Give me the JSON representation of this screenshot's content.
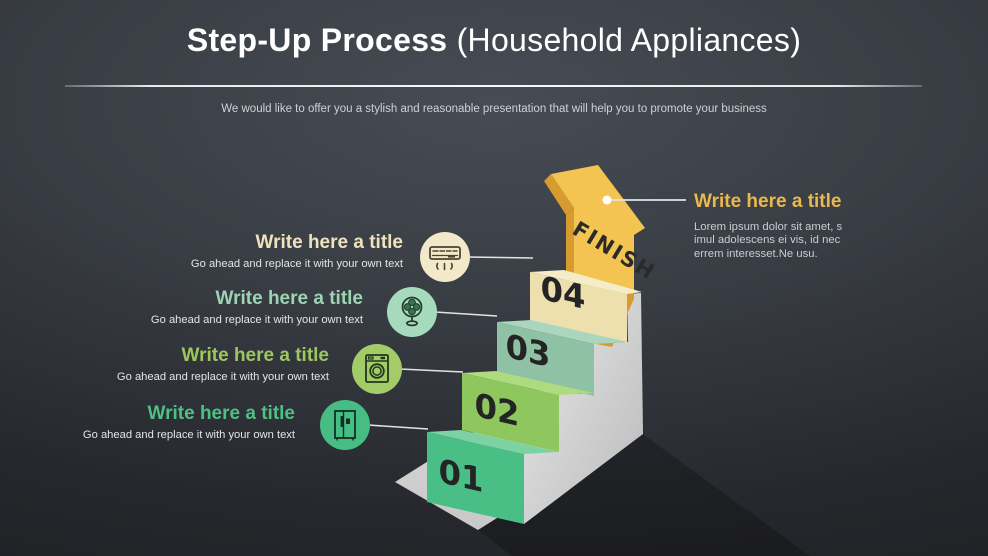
{
  "slide": {
    "title_bold": "Step-Up Process",
    "title_regular": " (Household Appliances)",
    "subtitle": "We would like to offer you a stylish and reasonable presentation that will help you to promote your business"
  },
  "diagram": {
    "finish_label": "FINISH",
    "arrow_color": "#F3C452",
    "arrow_side_color": "#D89B2F",
    "wall_color_top": "#E7E7E5",
    "wall_color_bottom": "#BDBEC0",
    "floor_color": "#D7D7D7",
    "line_color": "#E3E3E3",
    "steps": [
      {
        "number": "01",
        "front_color": "#49BE85",
        "top_color": "#7DD2A4"
      },
      {
        "number": "02",
        "front_color": "#8FC75F",
        "top_color": "#AEDA80"
      },
      {
        "number": "03",
        "front_color": "#8FC1A4",
        "top_color": "#ABD6BE"
      },
      {
        "number": "04",
        "front_color": "#EDDFAE",
        "top_color": "#F5ECC8"
      }
    ]
  },
  "left_items": [
    {
      "title": "Write here a title",
      "description": "Go ahead and replace it with your own text",
      "accent_color": "#EFE3BE",
      "icon_bg": "#F2E8CA",
      "icon": "air-conditioner"
    },
    {
      "title": "Write here a title",
      "description": "Go ahead and replace it with your own text",
      "accent_color": "#9ED3B3",
      "icon_bg": "#A5DBBC",
      "icon": "fan"
    },
    {
      "title": "Write here a title",
      "description": "Go ahead and replace it with your own text",
      "accent_color": "#9CC75F",
      "icon_bg": "#A3CB67",
      "icon": "washing-machine"
    },
    {
      "title": "Write here a title",
      "description": "Go ahead and replace it with your own text",
      "accent_color": "#4FC084",
      "icon_bg": "#45BD83",
      "icon": "refrigerator"
    }
  ],
  "right_item": {
    "title": "Write here a title",
    "accent_color": "#E9B84E",
    "lines": [
      "Lorem ipsum dolor sit amet, s",
      "imul adolescens ei vis, id nec",
      "errem interesset.Ne usu."
    ]
  }
}
